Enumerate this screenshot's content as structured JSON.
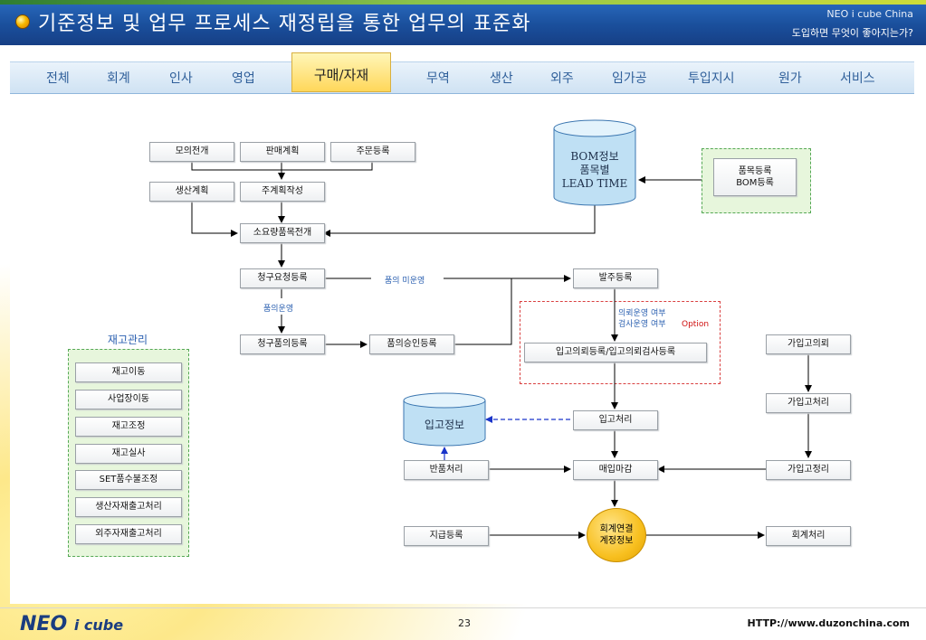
{
  "header": {
    "title": "기준정보 및 업무 프로세스 재정립을 통한 업무의 표준화",
    "brand": "NEO i cube China",
    "tagline": "도입하면 무엇이 좋아지는가?"
  },
  "tabs": [
    "전체",
    "회계",
    "인사",
    "영업",
    "구매/자재",
    "무역",
    "생산",
    "외주",
    "임가공",
    "투입지시",
    "원가",
    "서비스"
  ],
  "active_tab": "구매/자재",
  "diagram": {
    "nodes": {
      "mock_expand": "모의전개",
      "sales_plan": "판매계획",
      "order_reg": "주문등록",
      "prod_plan": "생산계획",
      "mps": "주계획작성",
      "mrp": "소요량품목전개",
      "request_reg": "청구요청등록",
      "request_approval_reg": "청구품의등록",
      "approval_reg": "품의승인등록",
      "po_reg": "발주등록",
      "receipt_request": "입고의뢰등록/입고의뢰검사등록",
      "receipt_process": "입고처리",
      "return_process": "반품처리",
      "purchase_close": "매입마감",
      "payment_reg": "지급등록",
      "temp_receipt_request": "가입고의뢰",
      "temp_receipt_process": "가입고처리",
      "temp_receipt_arrange": "가입고정리",
      "accounting": "회계처리",
      "item_reg": "품목등록",
      "bom_reg": "BOM등록",
      "acct_link_1": "회계연결",
      "acct_link_2": "계정정보"
    },
    "bom_store": [
      "BOM정보",
      "품목별",
      "LEAD TIME"
    ],
    "receipt_store": "입고정보",
    "labels": {
      "no_approval": "품의 미운영",
      "approval_used": "품의운영",
      "request_use": "의뢰운영 여부",
      "inspect_use": "검사운영 여부",
      "option": "Option"
    },
    "inventory": {
      "title": "재고관리",
      "items": [
        "재고이동",
        "사업장이동",
        "재고조정",
        "재고실사",
        "SET품수불조정",
        "생산자재출고처리",
        "외주자재출고처리"
      ]
    }
  },
  "footer": {
    "logo_main": "NEO",
    "logo_sub": "i cube",
    "page_number": "23",
    "url": "HTTP://www.duzonchina.com"
  }
}
